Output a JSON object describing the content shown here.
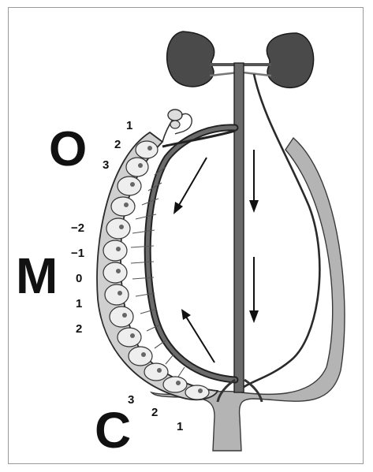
{
  "letters": {
    "top": "O",
    "middle": "M",
    "bottom": "C"
  },
  "top_scale": [
    "1",
    "2",
    "3"
  ],
  "middle_scale": [
    "−2",
    "−1",
    "0",
    "1",
    "2"
  ],
  "bottom_scale": [
    "3",
    "2",
    "1"
  ],
  "colors": {
    "kidney": "#4a4a4a",
    "vessel_dark": "#5a5a5a",
    "vessel_light": "#a9a9a9",
    "limb": "#b4b4b4",
    "outline": "#222222",
    "background": "#ffffff"
  },
  "icons": [
    "kidney-icon",
    "arrow-icon",
    "embryo-icon"
  ]
}
